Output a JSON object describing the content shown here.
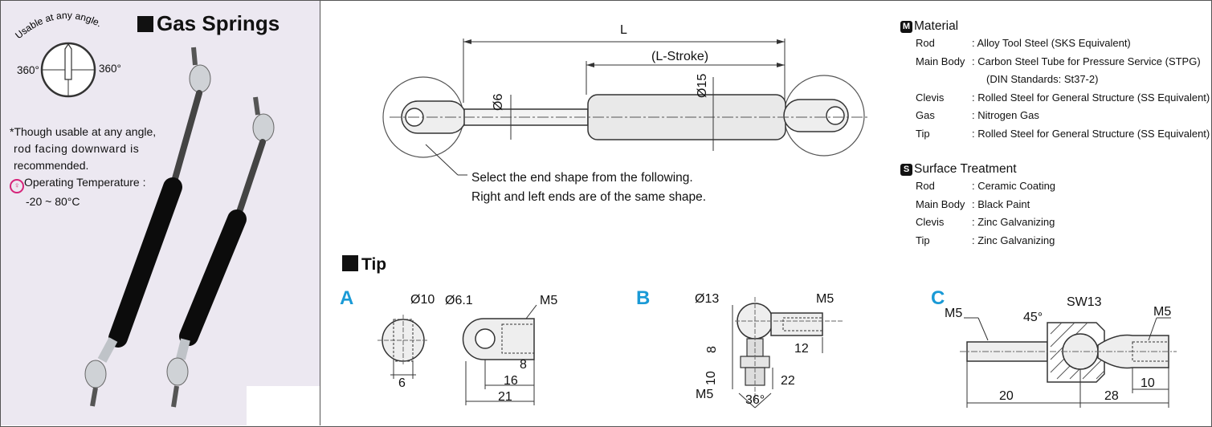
{
  "left_panel": {
    "title": "Gas Springs",
    "angle_label": "Usable at any angle.",
    "angle_left": "360°",
    "angle_right": "360°",
    "note_lines": [
      "*Though usable at any angle,",
      "rod facing downward is",
      "recommended."
    ],
    "temp_label": "Operating Temperature :",
    "temp_value": "-20 ~ 80°C"
  },
  "main_drawing": {
    "dim_L": "L",
    "dim_stroke": "(L-Stroke)",
    "dim_rod": "Ø6",
    "dim_body": "Ø15",
    "caption_line1": "Select the end shape from the following.",
    "caption_line2": "Right and left ends are of the same shape."
  },
  "material": {
    "badge": "M",
    "title": "Material",
    "rows": [
      {
        "key": "Rod",
        "value": ": Alloy Tool Steel (SKS Equivalent)"
      },
      {
        "key": "Main Body",
        "value": ": Carbon Steel Tube for Pressure Service (STPG)"
      },
      {
        "key": "",
        "value": "(DIN Standards: St37-2)"
      },
      {
        "key": "Clevis",
        "value": ": Rolled Steel for General Structure (SS Equivalent)"
      },
      {
        "key": "Gas",
        "value": ": Nitrogen Gas"
      },
      {
        "key": "Tip",
        "value": ": Rolled Steel for General Structure (SS Equivalent)"
      }
    ]
  },
  "surface": {
    "badge": "S",
    "title": "Surface Treatment",
    "rows": [
      {
        "key": "Rod",
        "value": ": Ceramic Coating"
      },
      {
        "key": "Main Body",
        "value": ": Black Paint"
      },
      {
        "key": "Clevis",
        "value": ": Zinc Galvanizing"
      },
      {
        "key": "Tip",
        "value": ": Zinc Galvanizing"
      }
    ]
  },
  "tip_section": {
    "title": "Tip",
    "A": {
      "letter": "A",
      "d10": "Ø10",
      "d61": "Ø6.1",
      "m5": "M5",
      "w6": "6",
      "n8": "8",
      "n16": "16",
      "n21": "21"
    },
    "B": {
      "letter": "B",
      "d13": "Ø13",
      "m5": "M5",
      "n8": "8",
      "n10": "10",
      "n12": "12",
      "n22": "22",
      "m5b": "M5",
      "a36": "36°"
    },
    "C": {
      "letter": "C",
      "m5l": "M5",
      "a45": "45°",
      "sw13": "SW13",
      "m5r": "M5",
      "n20": "20",
      "n28": "28",
      "n10": "10"
    }
  }
}
